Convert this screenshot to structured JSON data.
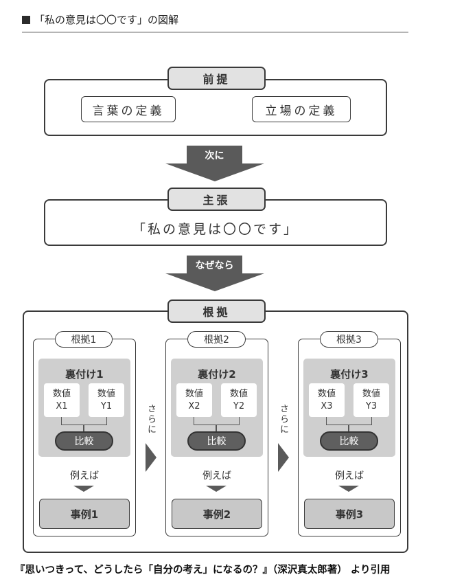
{
  "header": {
    "marker_icon": "black-square",
    "title": "「私の意見は〇〇です」の図解"
  },
  "premise": {
    "tab_label": "前提",
    "items": [
      "言葉の定義",
      "立場の定義"
    ]
  },
  "arrow_next": {
    "label": "次に"
  },
  "claim": {
    "tab_label": "主張",
    "text": "「私の意見は〇〇です」"
  },
  "arrow_because": {
    "label": "なぜなら"
  },
  "grounds": {
    "tab_label": "根拠",
    "connector_label": "さらに",
    "columns": [
      {
        "label": "根拠1",
        "backing": "裏付け1",
        "value_x": [
          "数値",
          "X1"
        ],
        "value_y": [
          "数値",
          "Y1"
        ],
        "compare": "比較",
        "example_label": "例えば",
        "case": "事例1"
      },
      {
        "label": "根拠2",
        "backing": "裏付け2",
        "value_x": [
          "数値",
          "X2"
        ],
        "value_y": [
          "数値",
          "Y2"
        ],
        "compare": "比較",
        "example_label": "例えば",
        "case": "事例2"
      },
      {
        "label": "根拠3",
        "backing": "裏付け3",
        "value_x": [
          "数値",
          "X3"
        ],
        "value_y": [
          "数値",
          "Y3"
        ],
        "compare": "比較",
        "example_label": "例えば",
        "case": "事例3"
      }
    ]
  },
  "caption": "『思いつきって、どうしたら「自分の考え」になるの？』（深沢真太郎著） より引用"
}
